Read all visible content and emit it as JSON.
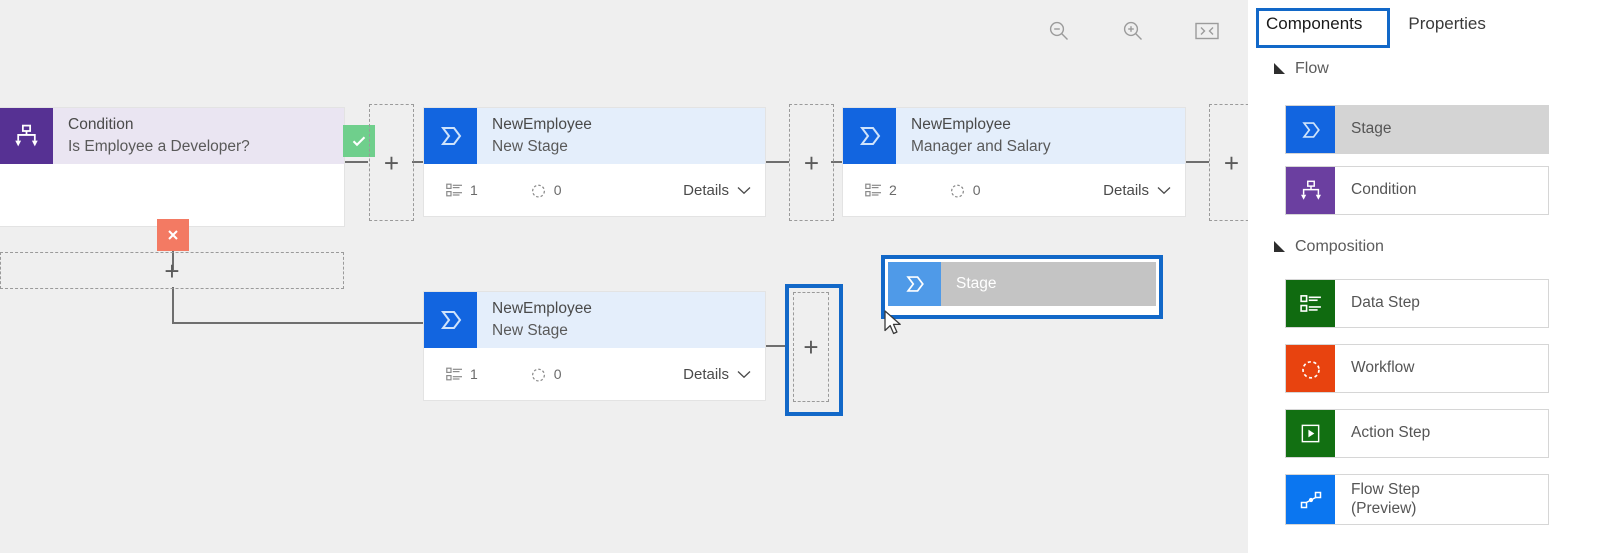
{
  "toolbar": {
    "buttons": [
      {
        "name": "zoom-out-icon",
        "label": "Zoom out"
      },
      {
        "name": "zoom-in-icon",
        "label": "Zoom in"
      },
      {
        "name": "fit-to-screen-icon",
        "label": "Fit to screen"
      }
    ]
  },
  "canvas": {
    "nodes": [
      {
        "id": "condition-node",
        "type": "Condition",
        "title1": "Condition",
        "title2": "Is Employee a Developer?",
        "icon": "condition-icon",
        "icon_color": "#563193",
        "header_color": "#eae5f2"
      },
      {
        "id": "stage-new-stage-top",
        "type": "Stage",
        "title1": "NewEmployee",
        "title2": "New Stage",
        "icon": "stage-icon",
        "icon_color": "#1265e0",
        "header_color": "#e4eefb",
        "data_step_count": "1",
        "workflow_count": "0",
        "details_label": "Details"
      },
      {
        "id": "stage-manager-salary",
        "type": "Stage",
        "title1": "NewEmployee",
        "title2": "Manager and Salary",
        "icon": "stage-icon",
        "icon_color": "#1265e0",
        "header_color": "#e4eefb",
        "data_step_count": "2",
        "workflow_count": "0",
        "details_label": "Details"
      },
      {
        "id": "stage-new-stage-bottom",
        "type": "Stage",
        "title1": "NewEmployee",
        "title2": "New Stage",
        "icon": "stage-icon",
        "icon_color": "#1265e0",
        "header_color": "#e4eefb",
        "data_step_count": "1",
        "workflow_count": "0",
        "details_label": "Details"
      }
    ],
    "branch_badges": [
      {
        "name": "condition-true-badge",
        "glyph": "✓",
        "color": "#6fcf8c"
      },
      {
        "name": "condition-false-badge",
        "glyph": "×",
        "color": "#f37a63"
      }
    ],
    "dropzones": [
      {
        "name": "dropzone-after-condition-true",
        "glyph": "+"
      },
      {
        "name": "dropzone-after-new-stage-top",
        "glyph": "+"
      },
      {
        "name": "dropzone-after-manager-salary",
        "glyph": "+"
      },
      {
        "name": "dropzone-condition-false-branch",
        "glyph": "+"
      },
      {
        "name": "dropzone-after-new-stage-bottom",
        "glyph": "+",
        "highlighted": true
      }
    ],
    "drag_ghost": {
      "label": "Stage",
      "icon": "stage-icon",
      "border_color": "#1268c8",
      "fill_color": "#c4c4c4"
    },
    "cursor": {
      "name": "mouse-pointer-cursor"
    }
  },
  "panel": {
    "tabs": [
      {
        "id": "components",
        "label": "Components",
        "active": true,
        "highlighted": true
      },
      {
        "id": "properties",
        "label": "Properties",
        "active": false
      }
    ],
    "sections": [
      {
        "id": "flow",
        "title": "Flow",
        "items": [
          {
            "id": "stage",
            "label": "Stage",
            "label2": "",
            "icon": "stage-icon",
            "icon_color": "#1265e0",
            "selected": true
          },
          {
            "id": "condition",
            "label": "Condition",
            "label2": "",
            "icon": "condition-icon",
            "icon_color": "#6b3fa0",
            "selected": false
          }
        ]
      },
      {
        "id": "composition",
        "title": "Composition",
        "items": [
          {
            "id": "data-step",
            "label": "Data Step",
            "label2": "",
            "icon": "data-step-icon",
            "icon_color": "#106b10",
            "selected": false
          },
          {
            "id": "workflow",
            "label": "Workflow",
            "label2": "",
            "icon": "workflow-icon",
            "icon_color": "#e8430f",
            "selected": false
          },
          {
            "id": "action-step",
            "label": "Action Step",
            "label2": "",
            "icon": "action-step-icon",
            "icon_color": "#127012",
            "selected": false
          },
          {
            "id": "flow-step",
            "label": "Flow Step",
            "label2": "(Preview)",
            "icon": "flow-step-icon",
            "icon_color": "#0b76f0",
            "selected": false
          }
        ]
      }
    ]
  },
  "colors": {
    "accent_blue": "#1268c8",
    "stage_blue": "#1265e0",
    "condition_purple": "#563193",
    "canvas_bg": "#efefef"
  }
}
